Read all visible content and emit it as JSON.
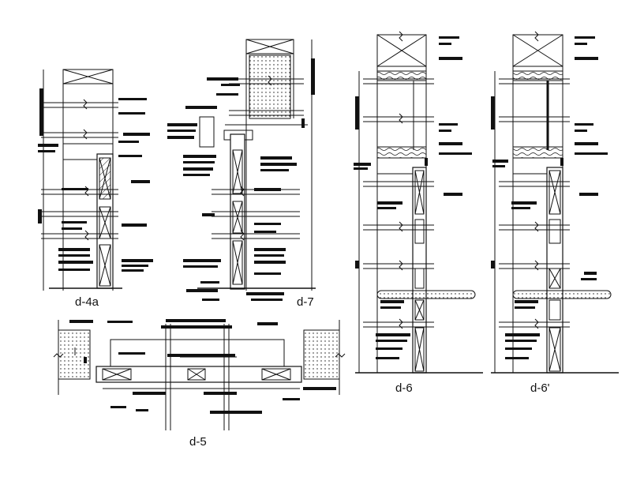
{
  "drawing": {
    "background": "#ffffff",
    "line_color": "#111111",
    "labels": {
      "d4a": "d-4a",
      "d7": "d-7",
      "d5": "d-5",
      "d6": "d-6",
      "d6p": "d-6'"
    }
  }
}
